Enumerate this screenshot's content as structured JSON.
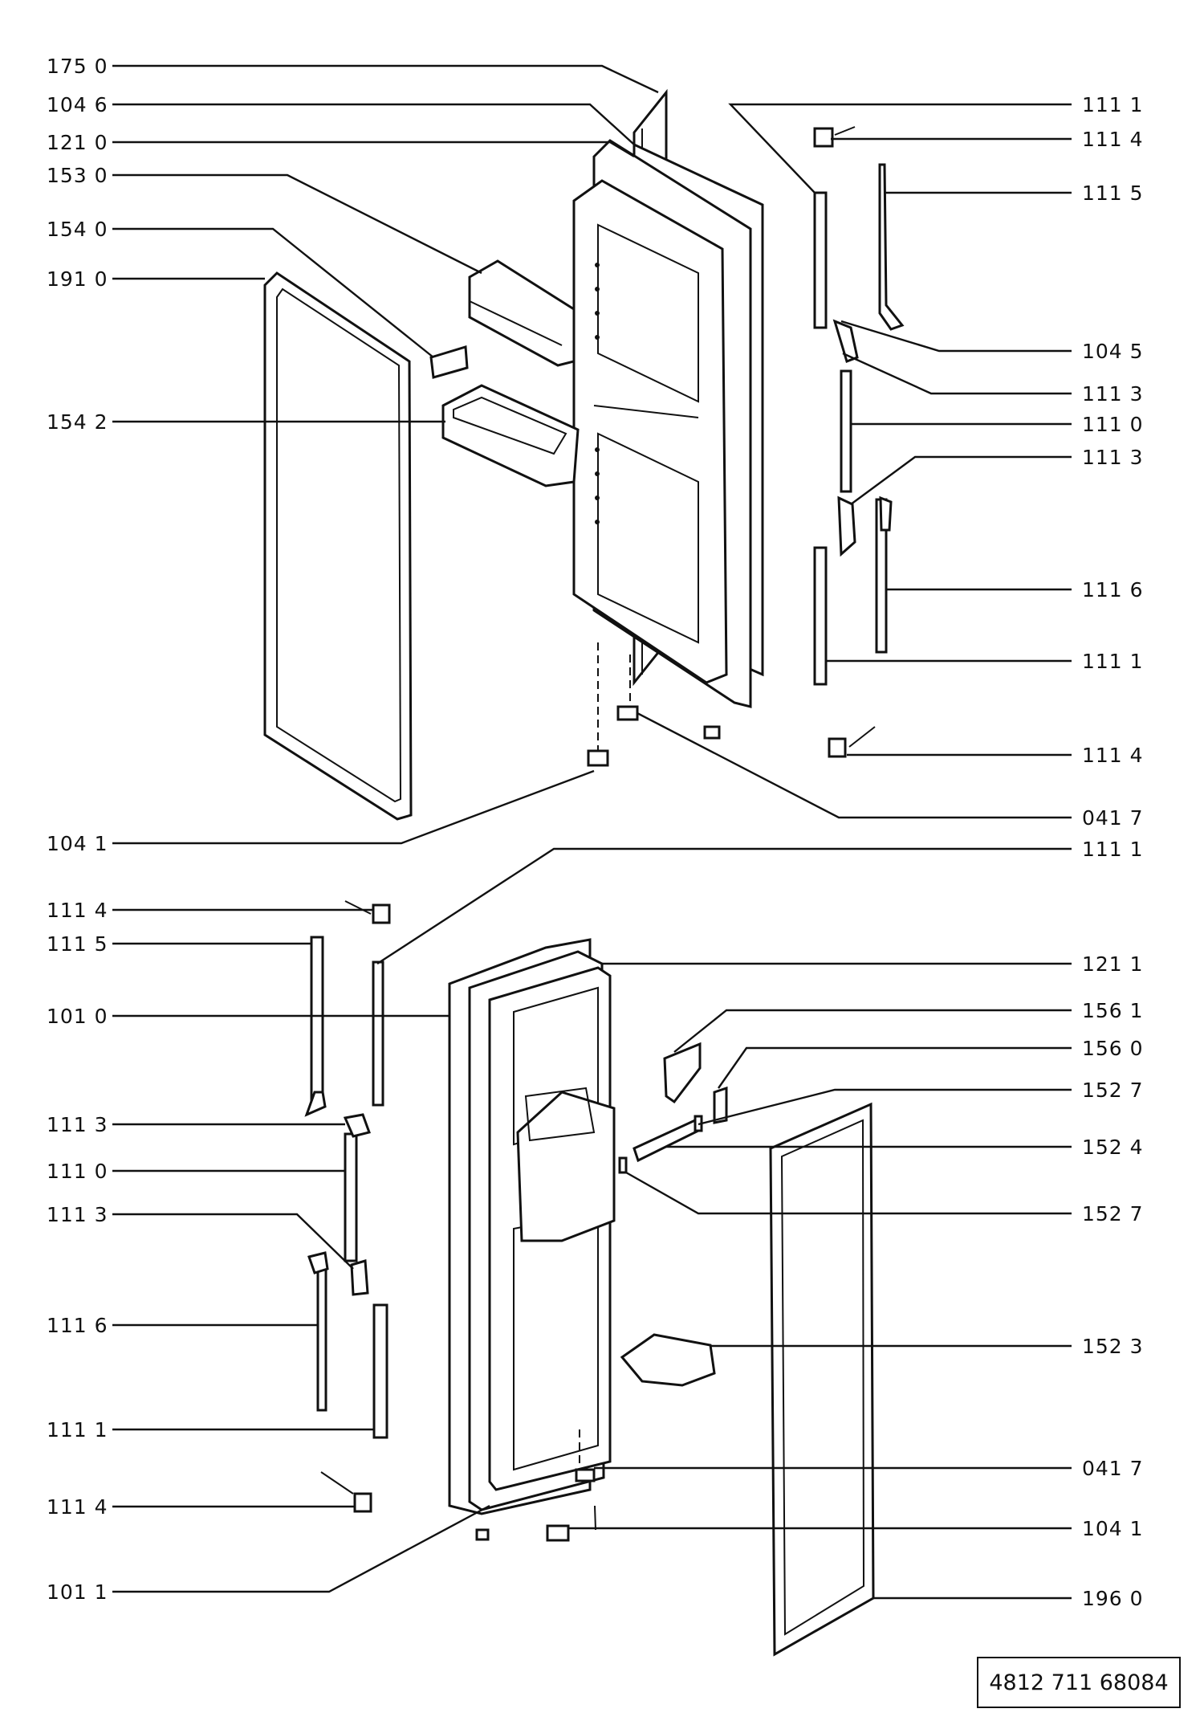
{
  "drawing_number": "4812 711 68084",
  "labels": [
    "175 0",
    "104 6",
    "121 0",
    "153 0",
    "154 0",
    "191 0",
    "154 2",
    "111 1",
    "111 4",
    "111 5",
    "104 5",
    "111 3",
    "111 0",
    "111 3",
    "111 6",
    "111 1",
    "111 4",
    "041 7",
    "104 1",
    "111 1",
    "111 4",
    "111 5",
    "101 0",
    "111 3",
    "111 0",
    "111 3",
    "111 6",
    "111 1",
    "111 4",
    "101 1",
    "121 1",
    "156 1",
    "156 0",
    "152 7",
    "152 4",
    "152 7",
    "152 3",
    "041 7",
    "104 1",
    "196 0"
  ]
}
